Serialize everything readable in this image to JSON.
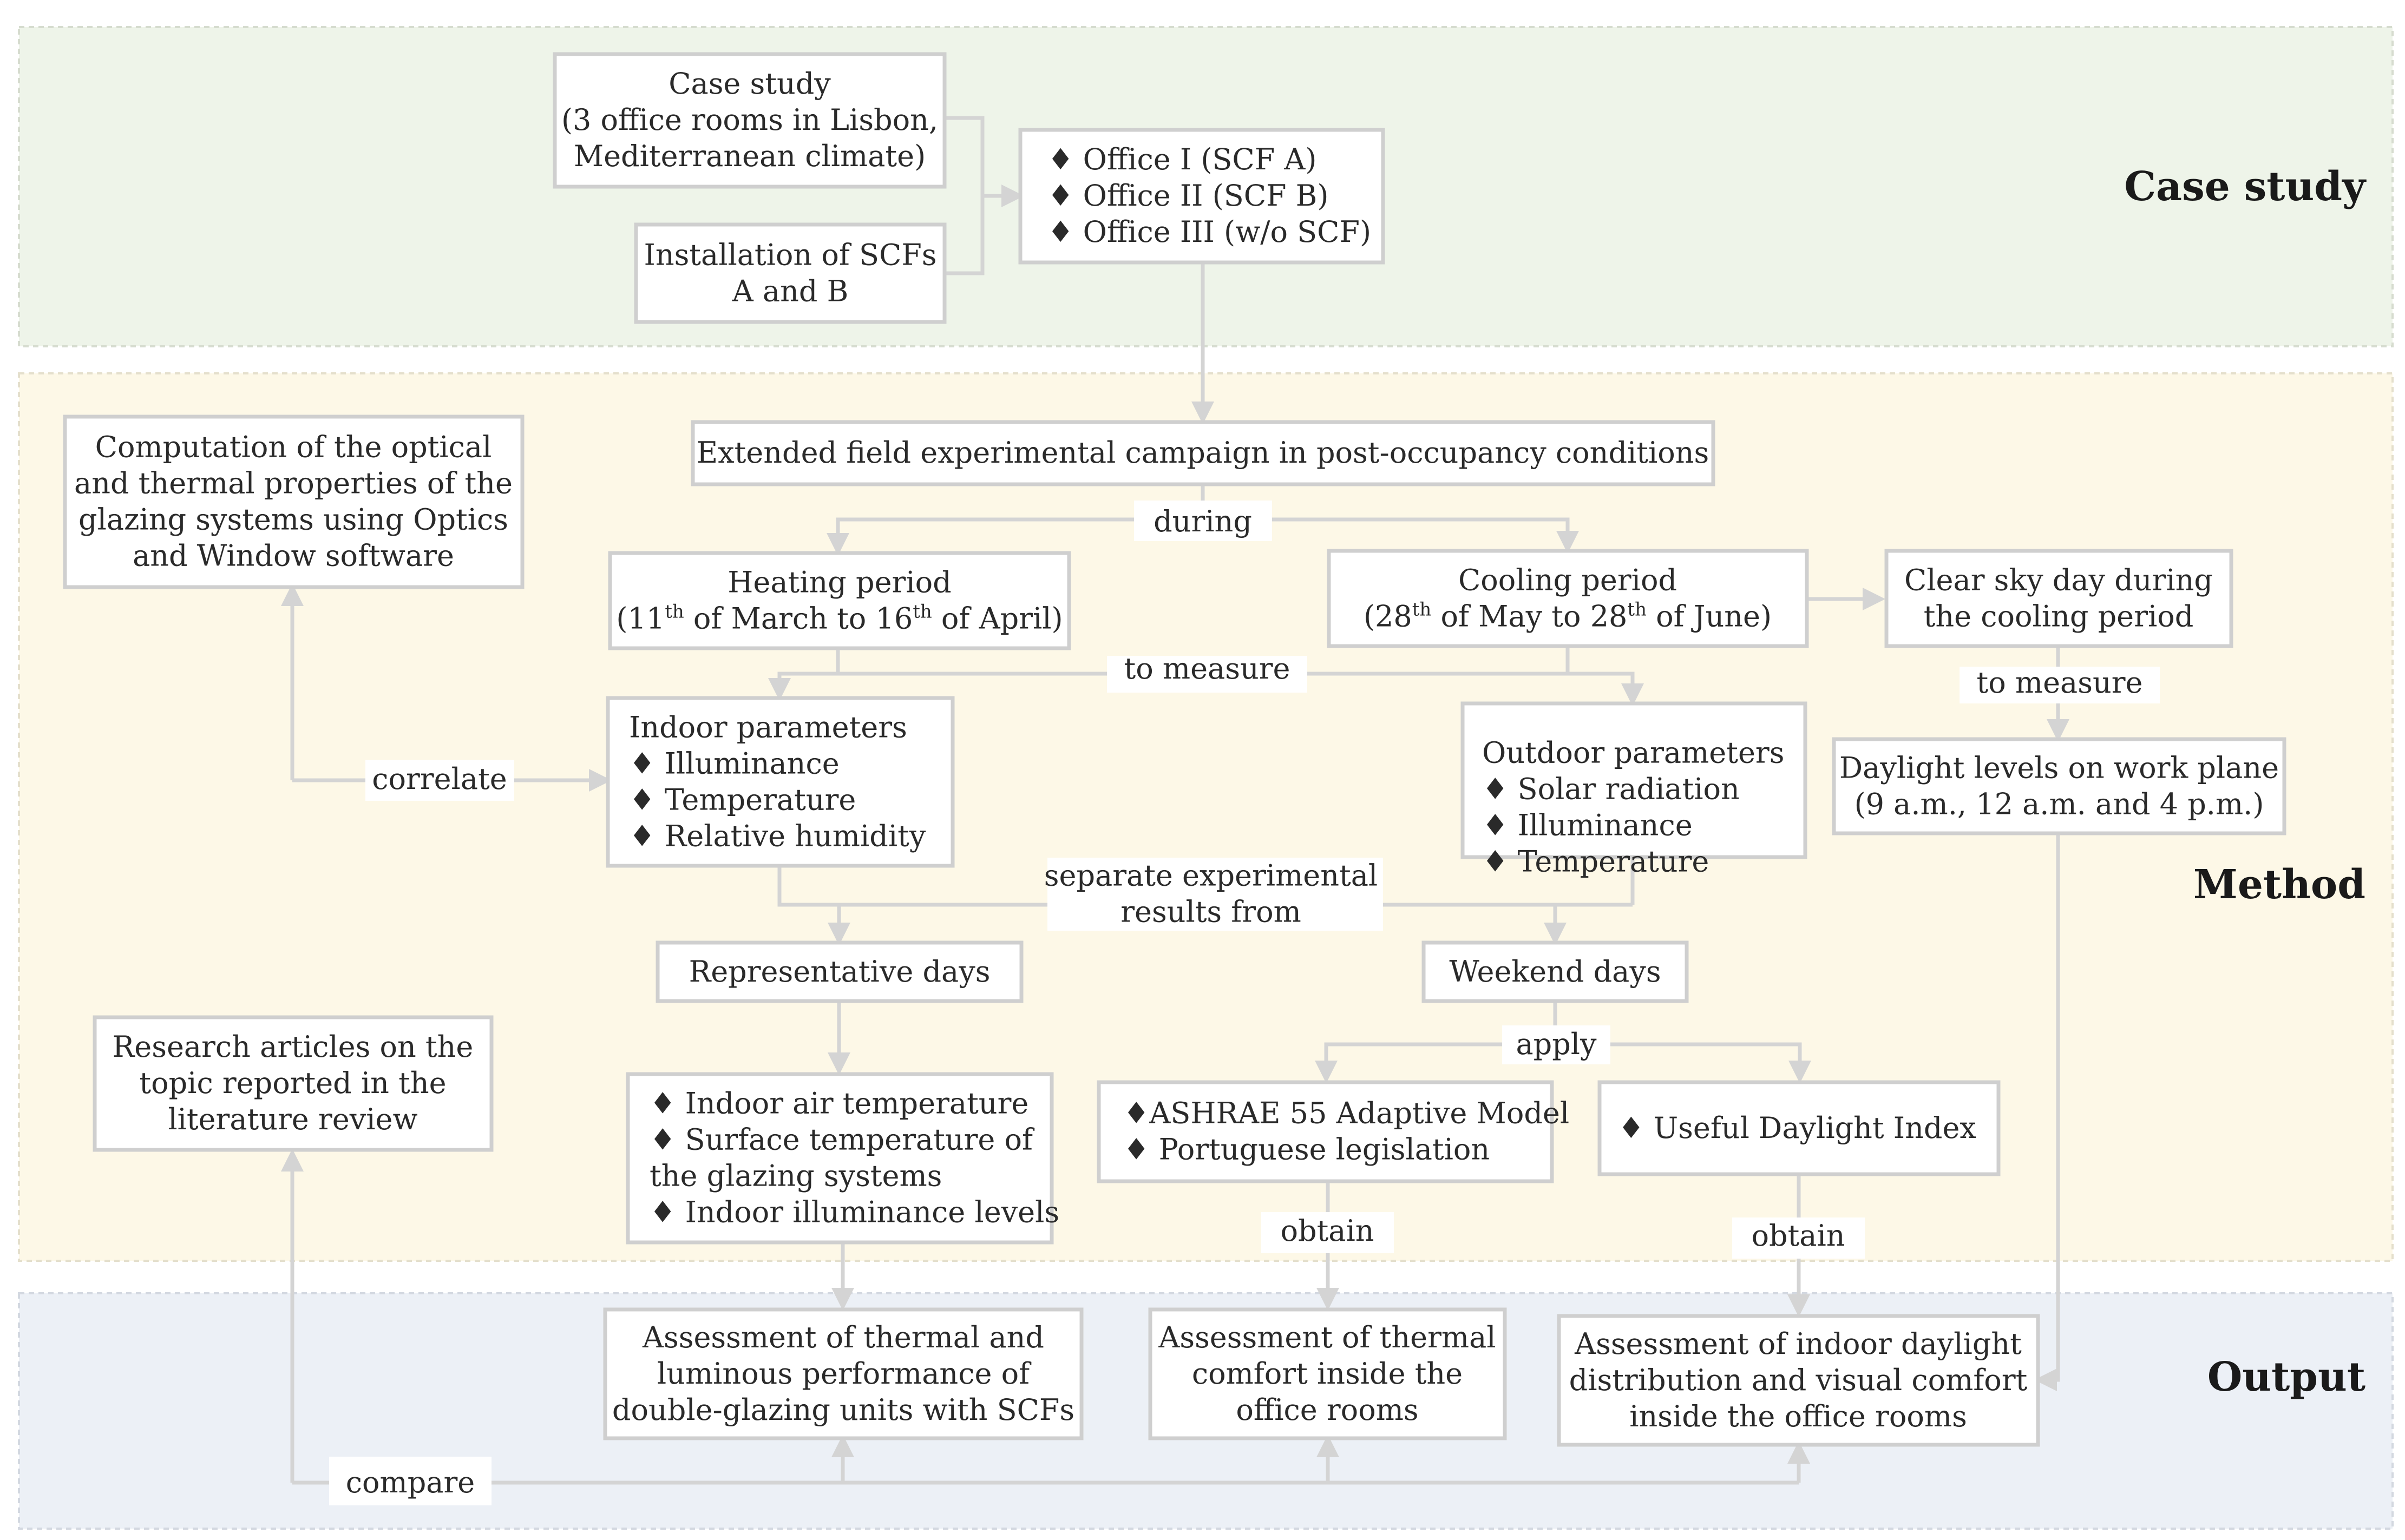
{
  "sections": {
    "case_study": {
      "title": "Case study",
      "color": "#eef4e9"
    },
    "method": {
      "title": "Method",
      "color": "#fdf8e7"
    },
    "output": {
      "title": "Output",
      "color": "#ecf0f6"
    }
  },
  "bullet_glyph": "♦",
  "nodes": {
    "case": [
      "Case study",
      "(3 office rooms in Lisbon,",
      "Mediterranean climate)"
    ],
    "install": [
      "Installation of SCFs",
      "A and B"
    ],
    "offices": [
      "♦ Office I (SCF A)",
      "♦ Office II (SCF B)",
      "♦ Office III (w/o SCF)"
    ],
    "computation": [
      "Computation of the optical",
      "and thermal properties of the",
      "glazing systems using Optics",
      "and Window software"
    ],
    "campaign": [
      "Extended field experimental campaign in post-occupancy conditions"
    ],
    "heating": [
      "Heating period",
      "(11th of March to 16th of April)"
    ],
    "cooling": [
      "Cooling period",
      "(28th of May to 28th of June)"
    ],
    "clear_sky": [
      "Clear sky day during",
      "the cooling period"
    ],
    "indoor_params": [
      "Indoor parameters",
      "♦ Illuminance",
      "♦ Temperature",
      "♦ Relative humidity"
    ],
    "outdoor_params": [
      "Outdoor parameters",
      "♦ Solar radiation",
      "♦ Illuminance",
      "♦ Temperature"
    ],
    "daylight_levels": [
      "Daylight levels on work plane",
      "(9 a.m., 12 a.m. and 4 p.m.)"
    ],
    "rep_days": [
      "Representative days"
    ],
    "weekend_days": [
      "Weekend days"
    ],
    "research": [
      "Research articles on the",
      "topic reported in the",
      "literature review"
    ],
    "measure_list": [
      "♦  Indoor air temperature",
      "♦  Surface temperature of",
      "the glazing systems",
      "♦ Indoor illuminance levels"
    ],
    "ashrae": [
      "♦ASHRAE 55 Adaptive Model",
      "♦ Portuguese legislation"
    ],
    "udi": [
      "♦ Useful Daylight Index"
    ],
    "assess_thermal_lum": [
      "Assessment of thermal and",
      "luminous performance of",
      "double-glazing units with SCFs"
    ],
    "assess_comfort": [
      "Assessment of thermal",
      "comfort inside the",
      "office rooms"
    ],
    "assess_daylight": [
      "Assessment of indoor daylight",
      "distribution and visual comfort",
      "inside the office rooms"
    ]
  },
  "labels": {
    "during": "during",
    "to_measure_1": "to measure",
    "to_measure_2": "to measure",
    "correlate": "correlate",
    "separate": [
      "separate experimental",
      "results from"
    ],
    "apply": "apply",
    "obtain_1": "obtain",
    "obtain_2": "obtain",
    "compare": "compare"
  }
}
